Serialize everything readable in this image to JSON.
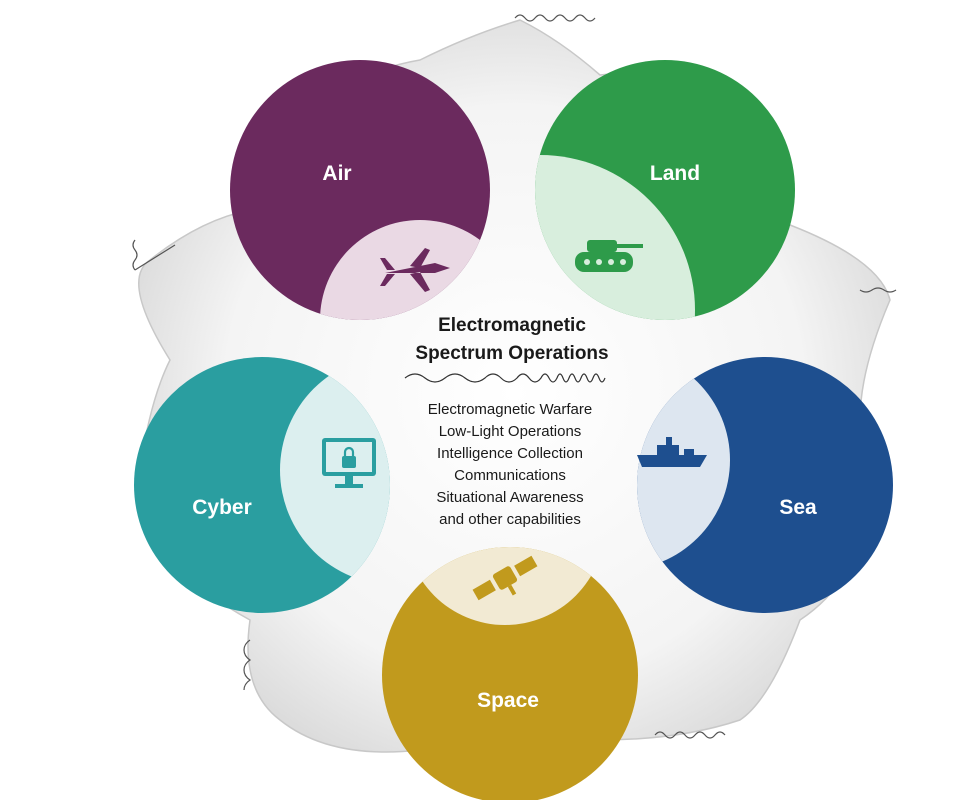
{
  "center": {
    "title_line1": "Electromagnetic",
    "title_line2": "Spectrum Operations",
    "capabilities": [
      "Electromagnetic Warfare",
      "Low-Light Operations",
      "Intelligence Collection",
      "Communications",
      "Situational Awareness",
      "and other capabilities"
    ]
  },
  "domains": [
    {
      "label": "Air",
      "color": "#6b2a5e",
      "icon": "fighter-jet-icon"
    },
    {
      "label": "Land",
      "color": "#2e9b4a",
      "icon": "tank-icon"
    },
    {
      "label": "Sea",
      "color": "#1e4f8f",
      "icon": "ship-icon"
    },
    {
      "label": "Space",
      "color": "#c19a1d",
      "icon": "satellite-icon"
    },
    {
      "label": "Cyber",
      "color": "#2a9ea0",
      "icon": "locked-monitor-icon"
    }
  ]
}
